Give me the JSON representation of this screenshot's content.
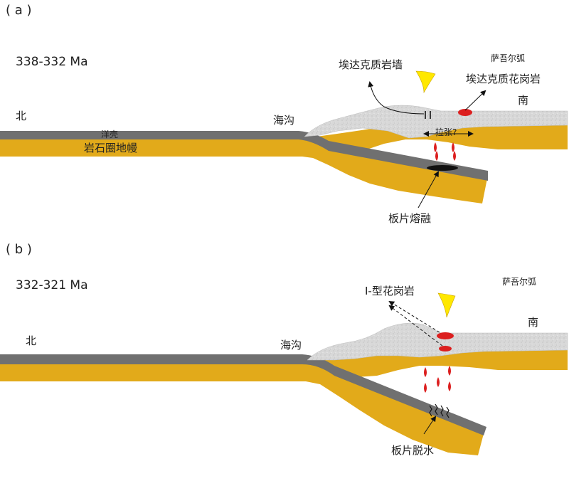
{
  "panel_a": {
    "label": "( a )",
    "age": "338-332 Ma",
    "north": "北",
    "south": "南",
    "trench": "海沟",
    "oceanic_crust": "洋壳",
    "lithospheric_mantle": "岩石圈地幔",
    "adakitic_dike": "埃达克质岩墙",
    "sawur_arc": "萨吾尔弧",
    "adakitic_granite": "埃达克质花岗岩",
    "extension": "拉张?",
    "slab_melting": "板片熔融"
  },
  "panel_b": {
    "label": "( b )",
    "age": "332-321 Ma",
    "north": "北",
    "south": "南",
    "trench": "海沟",
    "i_type_granite": "I-型花岗岩",
    "sawur_arc": "萨吾尔弧",
    "slab_dehydration": "板片脱水"
  },
  "colors": {
    "mantle": "#e2aa1a",
    "oceanic_crust": "#707070",
    "arc_crust": "#d6d6d6",
    "melt": "#dc1f1f",
    "moon": "#ffe800"
  }
}
